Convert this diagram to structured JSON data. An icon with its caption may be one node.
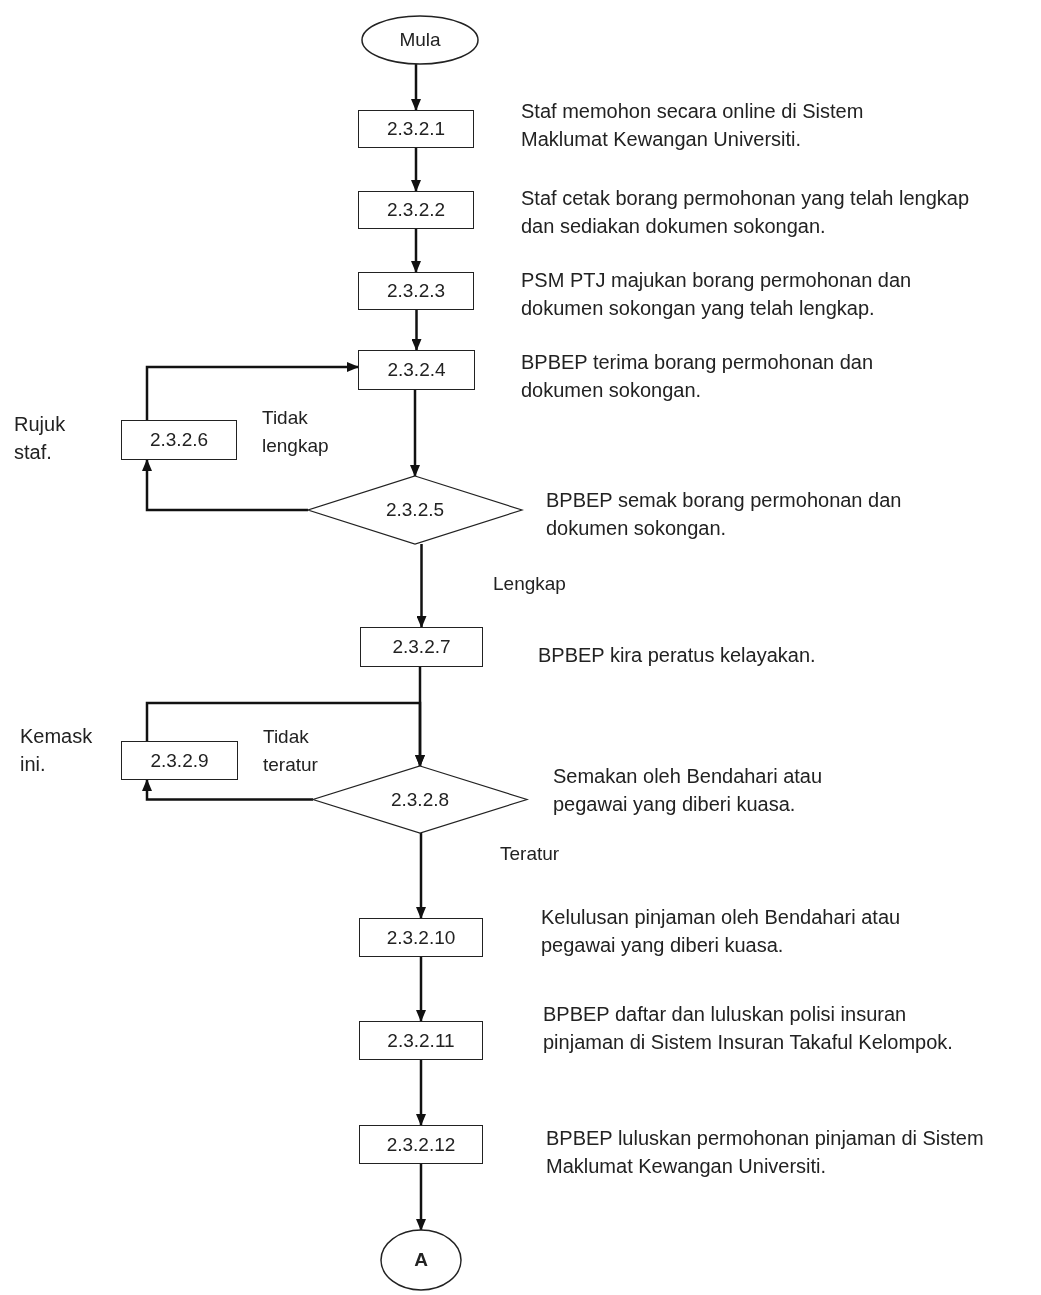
{
  "diagram": {
    "nodes": [
      {
        "text": [
          "Mula"
        ]
      },
      {
        "text": [
          "2.3.2.1"
        ],
        "beside": [
          "Staf memohon secara online di Sistem Maklumat Kewangan Universiti."
        ]
      },
      {
        "text": [
          "2.3.2.2"
        ],
        "beside": [
          "Staf cetak borang permohonan yang telah lengkap dan sediakan dokumen sokongan."
        ]
      },
      {
        "text": [
          "2.3.2.3"
        ],
        "beside": [
          "PSM PTJ majukan borang permohonan dan dokumen sokongan yang telah lengkap."
        ]
      },
      {
        "text": [
          "2.3.2.4"
        ],
        "beside": [
          "BPBEP terima borang permohonan dan dokumen sokongan."
        ]
      },
      {
        "text": [
          "2.3.2.5"
        ],
        "beside": [
          "BPBEP semak borang permohonan dan dokumen sokongan."
        ]
      },
      {
        "text": [
          "2.3.2.6"
        ],
        "beside": [
          "Rujuk staf."
        ]
      },
      {
        "text": [
          "2.3.2.7"
        ],
        "beside": [
          "BPBEP kira peratus kelayakan."
        ]
      },
      {
        "text": [
          "2.3.2.8"
        ],
        "beside": [
          "Semakan oleh Bendahari atau pegawai yang diberi kuasa."
        ]
      },
      {
        "text": [
          "2.3.2.9"
        ],
        "beside": [
          "Kemask ini."
        ]
      },
      {
        "text": [
          "2.3.2.10"
        ],
        "beside": [
          "Kelulusan pinjaman oleh Bendahari atau pegawai yang diberi kuasa."
        ]
      },
      {
        "text": [
          "2.3.2.11"
        ],
        "beside": [
          "BPBEP daftar dan luluskan polisi insuran pinjaman di Sistem Insuran Takaful Kelompok."
        ]
      },
      {
        "text": [
          "2.3.2.12"
        ],
        "beside": [
          "BPBEP luluskan permohonan pinjaman di Sistem Maklumat Kewangan Universiti."
        ]
      },
      {
        "text": [
          "A"
        ]
      }
    ],
    "edges": [
      {
        "from": 0,
        "to": 1,
        "arrow": "to"
      },
      {
        "from": 1,
        "to": 2,
        "arrow": "to"
      },
      {
        "from": 2,
        "to": 3,
        "arrow": "to"
      },
      {
        "from": 3,
        "to": 4,
        "arrow": "to"
      },
      {
        "from": 4,
        "to": 5,
        "arrow": "to"
      },
      {
        "from": 5,
        "to": 6,
        "arrow": "to",
        "label": "Tidak lengkap"
      },
      {
        "from": 6,
        "to": 4,
        "arrow": "to"
      },
      {
        "from": 5,
        "to": 7,
        "arrow": "to",
        "label": "Lengkap"
      },
      {
        "from": 7,
        "to": 8,
        "arrow": "to"
      },
      {
        "from": 8,
        "to": 9,
        "arrow": "to",
        "label": "Tidak teratur"
      },
      {
        "from": 9,
        "to": 8,
        "arrow": "to"
      },
      {
        "from": 8,
        "to": 10,
        "arrow": "to",
        "label": "Teratur"
      },
      {
        "from": 10,
        "to": 11,
        "arrow": "to"
      },
      {
        "from": 11,
        "to": 12,
        "arrow": "to"
      },
      {
        "from": 12,
        "to": 13,
        "arrow": "to"
      }
    ]
  }
}
